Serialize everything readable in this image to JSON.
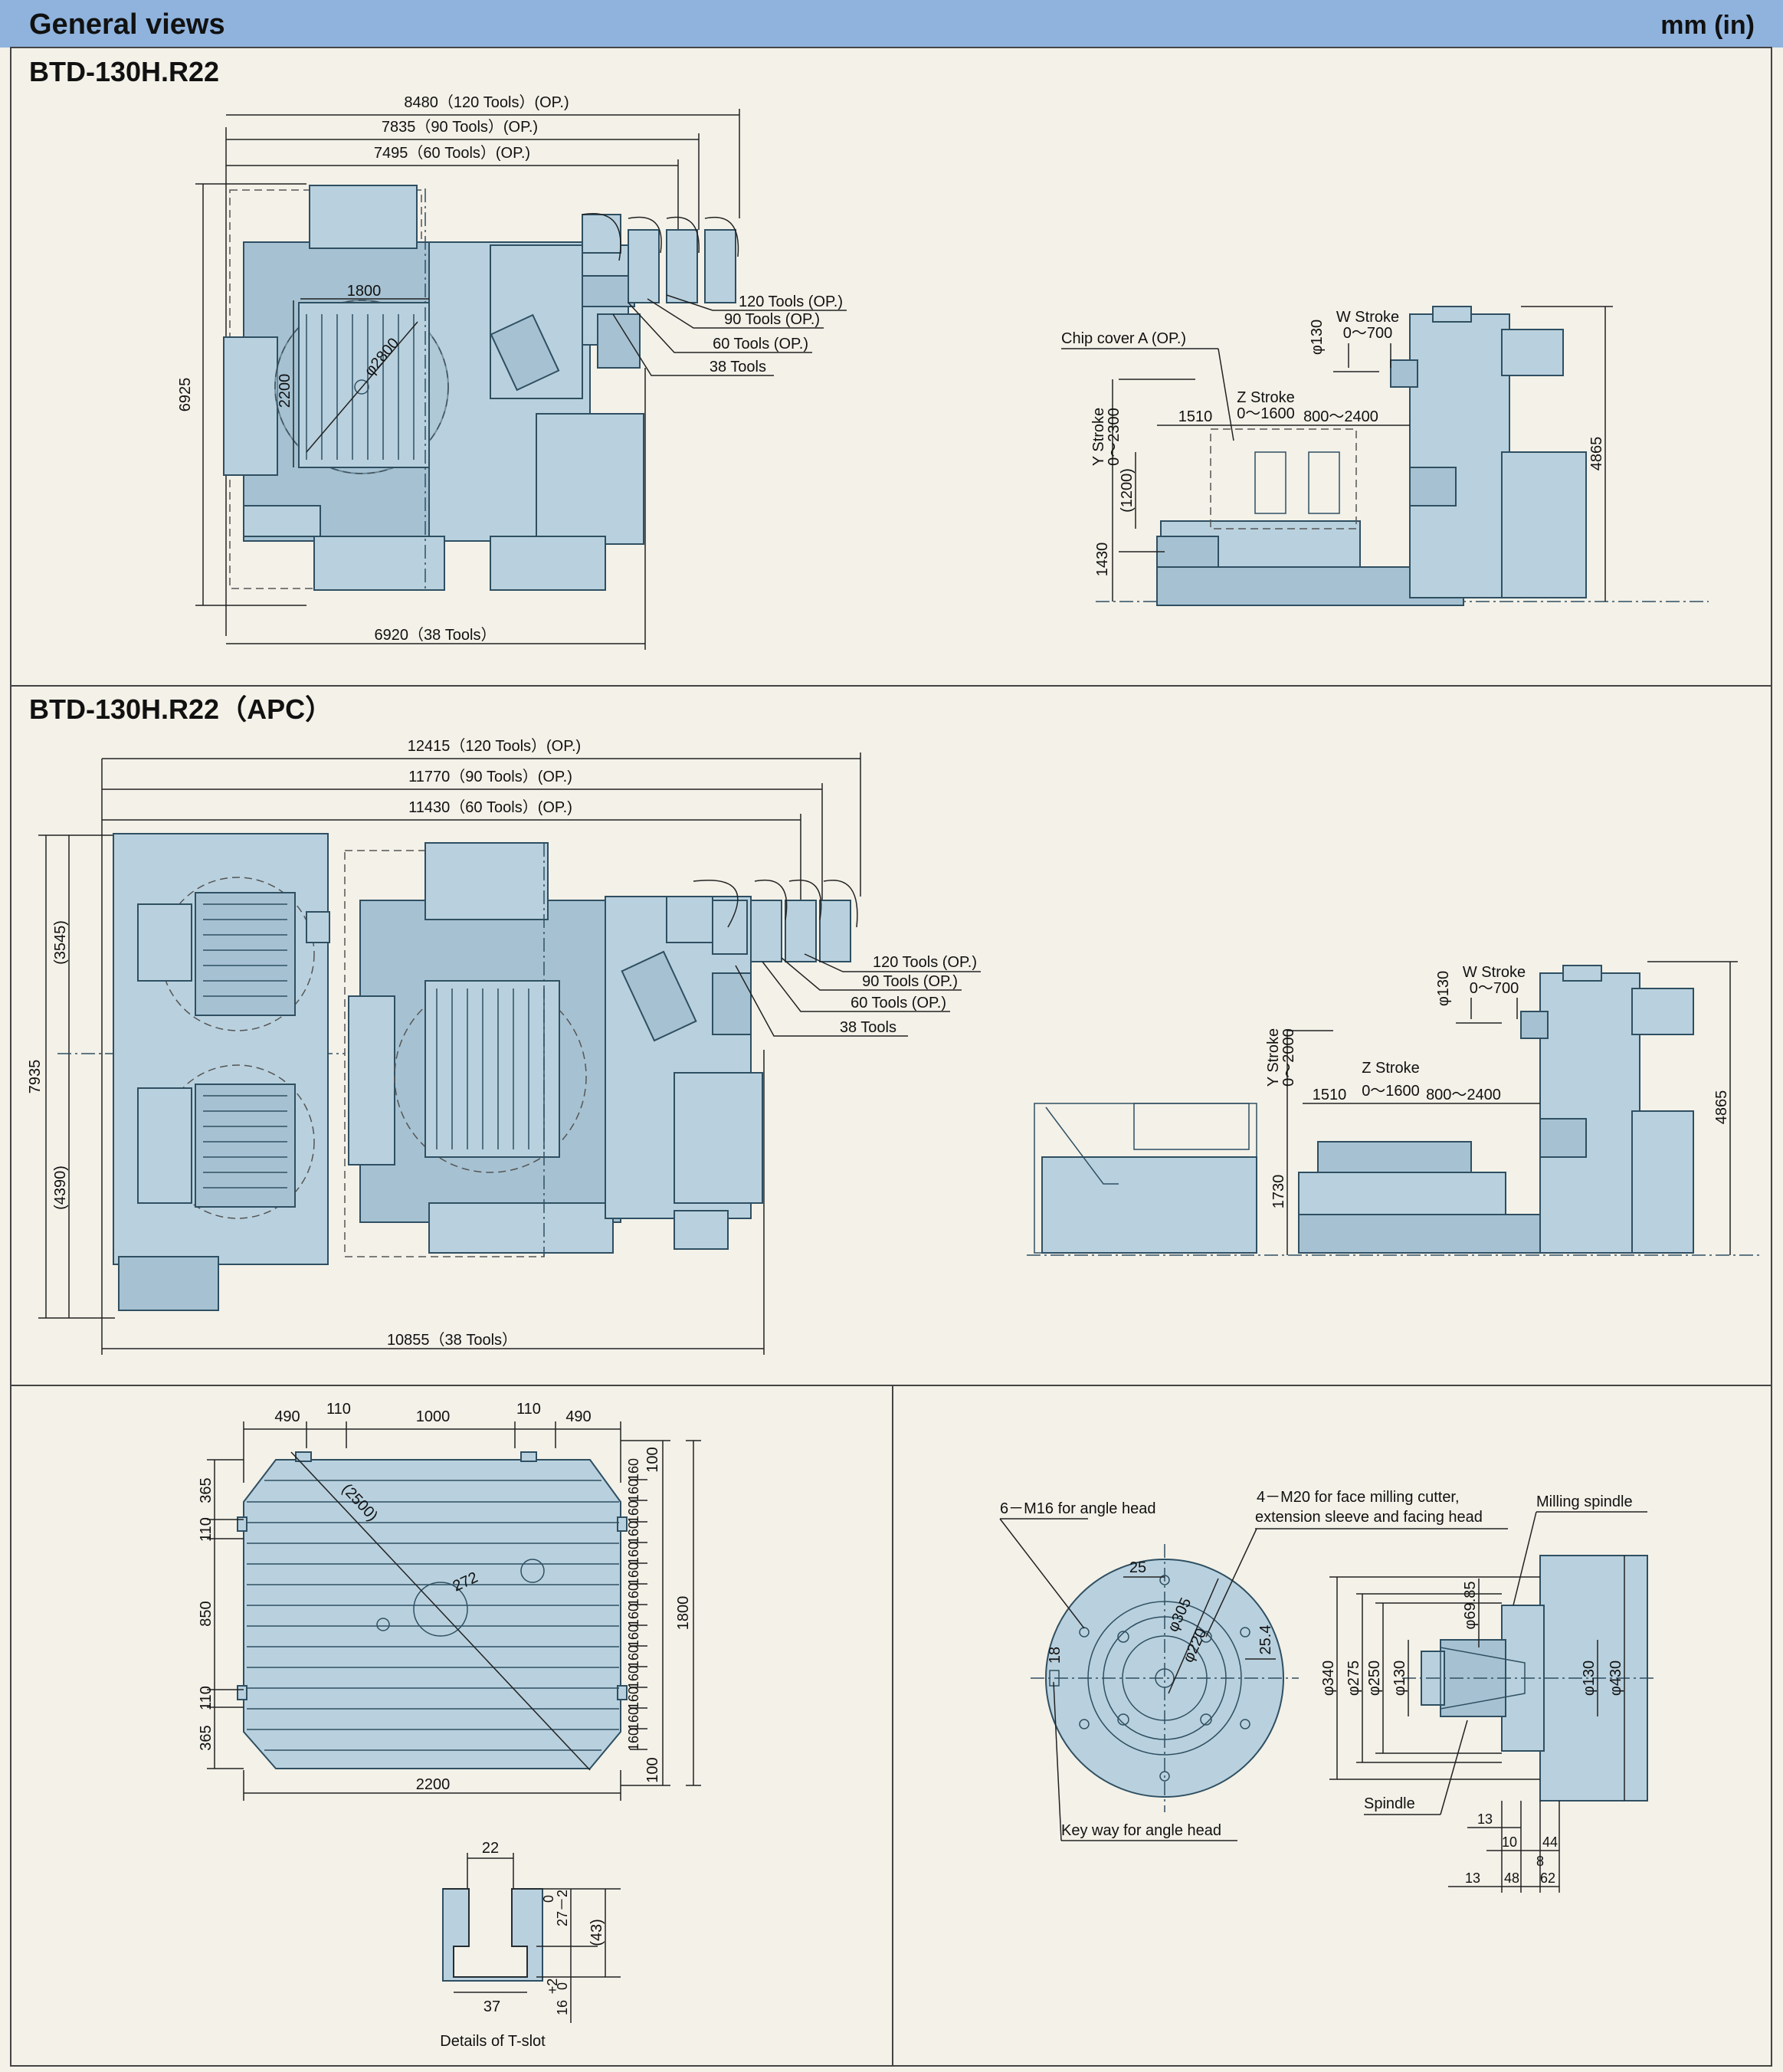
{
  "header": {
    "title": "General views",
    "units": "mm (in)"
  },
  "s1": {
    "model": "BTD-130H.R22",
    "top": {
      "w120": "8480（120 Tools）(OP.)",
      "w90": "7835（90 Tools）(OP.)",
      "w60": "7495（60 Tools）(OP.)",
      "w38": "6920（38 Tools）",
      "depth": "6925",
      "table_w": "1800",
      "table_d": "2200",
      "swing": "φ2800",
      "mag120": "120 Tools (OP.)",
      "mag90": "90 Tools (OP.)",
      "mag60": "60 Tools (OP.)",
      "mag38": "38 Tools"
    },
    "side": {
      "chip": "Chip cover A (OP.)",
      "wstroke": "W Stroke",
      "wval": "0～700",
      "spindle": "φ130",
      "zstroke": "Z Stroke",
      "zval": "0～1600",
      "d1510": "1510",
      "d800": "800～2400",
      "ystroke": "Y Stroke",
      "yval": "0～2300",
      "d1200": "(1200)",
      "d1430": "1430",
      "h": "4865"
    }
  },
  "s2": {
    "model": "BTD-130H.R22（APC）",
    "top": {
      "w120": "12415（120 Tools）(OP.)",
      "w90": "11770（90 Tools）(OP.)",
      "w60": "11430（60 Tools）(OP.)",
      "w38": "10855（38 Tools）",
      "depth": "7935",
      "d3545": "(3545)",
      "d4390": "(4390)",
      "mag120": "120 Tools (OP.)",
      "mag90": "90 Tools (OP.)",
      "mag60": "60 Tools (OP.)",
      "mag38": "38 Tools"
    },
    "side": {
      "wstroke": "W Stroke",
      "wval": "0～700",
      "spindle": "φ130",
      "zstroke": "Z Stroke",
      "zval": "0～1600",
      "d1510": "1510",
      "d800": "800～2400",
      "ystroke": "Y Stroke",
      "yval": "0～2000",
      "d1730": "1730",
      "h": "4865"
    }
  },
  "table": {
    "t490a": "490",
    "t110a": "110",
    "t1000": "1000",
    "t110b": "110",
    "t490b": "490",
    "w2200": "2200",
    "h1800": "1800",
    "l365a": "365",
    "l110a": "110",
    "l850": "850",
    "l110b": "110",
    "l365b": "365",
    "r100a": "100",
    "r100b": "100",
    "slot": "160",
    "diag": "(2500)",
    "hole": "272",
    "ts22": "22",
    "ts37": "37",
    "ts27": "27－2",
    "ts27z": "0",
    "ts16": "16",
    "ts16t": "+2",
    "ts16z": "0",
    "ts43": "(43)",
    "tslot": "Details of T-slot"
  },
  "spindle": {
    "m16": "6－M16 for angle head",
    "m20a": "4－M20 for face milling cutter,",
    "m20b": "extension sleeve and facing head",
    "milling": "Milling spindle",
    "spindle_lbl": "Spindle",
    "keyway": "Key way for angle head",
    "d25": "25",
    "d18": "18",
    "d254": "25.4",
    "d305": "φ305",
    "d220": "φ220",
    "d340": "φ340",
    "d275": "φ275",
    "d250": "φ250",
    "d130a": "φ130",
    "d6985": "φ69.85",
    "d130b": "φ130",
    "d430": "φ430",
    "b13a": "13",
    "b10": "10",
    "b44": "44",
    "b8": "8",
    "b13b": "13",
    "b48": "48",
    "b62": "62"
  }
}
